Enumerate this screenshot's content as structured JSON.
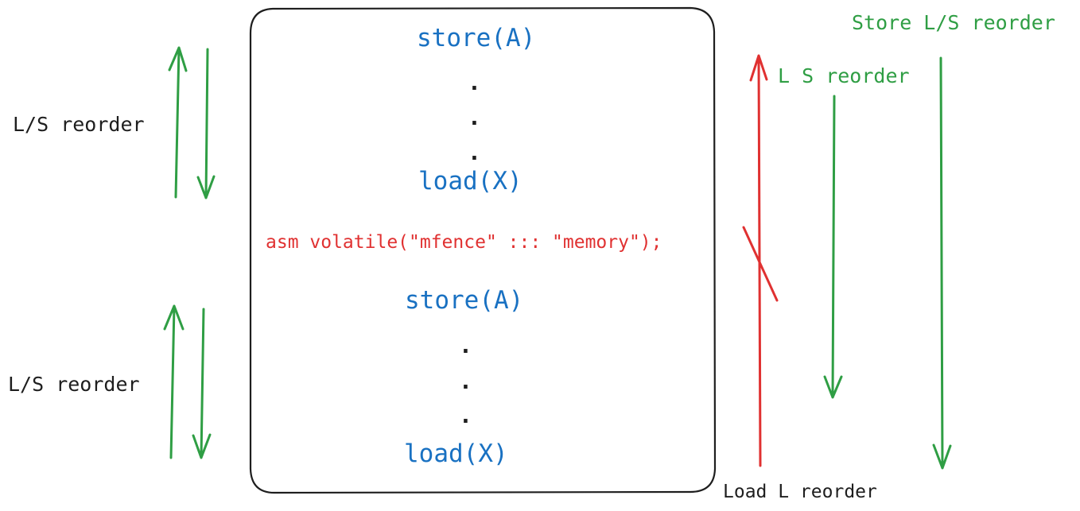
{
  "left": {
    "upper_label": "L/S reorder",
    "lower_label": "L/S reorder"
  },
  "box": {
    "upper": {
      "store": "store(A)",
      "dots": [
        ".",
        ".",
        "."
      ],
      "load": "load(X)"
    },
    "fence": "asm volatile(\"mfence\" ::: \"memory\");",
    "lower": {
      "store": "store(A)",
      "dots": [
        ".",
        ".",
        "."
      ],
      "load": "load(X)"
    }
  },
  "right": {
    "store_label": "Store L/S reorder",
    "ls_label": "L S reorder",
    "load_label": "Load L reorder"
  },
  "colors": {
    "green": "#2f9e44",
    "red": "#e03131",
    "blue": "#1971c2",
    "stroke": "#1e1e1e"
  }
}
